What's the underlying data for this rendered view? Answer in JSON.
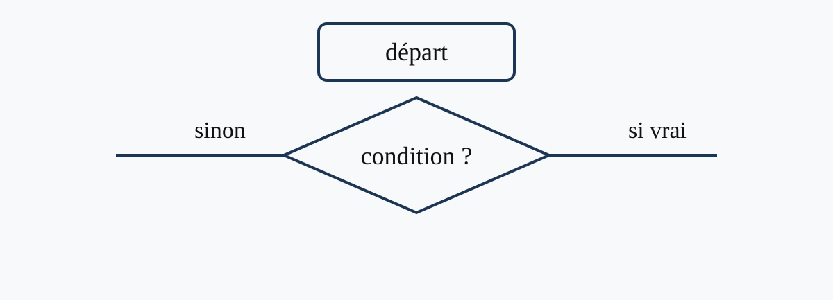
{
  "colors": {
    "background": "#f7f9fb",
    "stroke": "#1c3552",
    "text": "#111111"
  },
  "nodes": {
    "start": {
      "label": "départ",
      "shape": "rounded-rectangle"
    },
    "decision": {
      "label": "condition ?",
      "shape": "diamond"
    }
  },
  "edges": {
    "false_branch": {
      "label": "sinon",
      "direction": "left"
    },
    "true_branch": {
      "label": "si vrai",
      "direction": "right"
    }
  }
}
